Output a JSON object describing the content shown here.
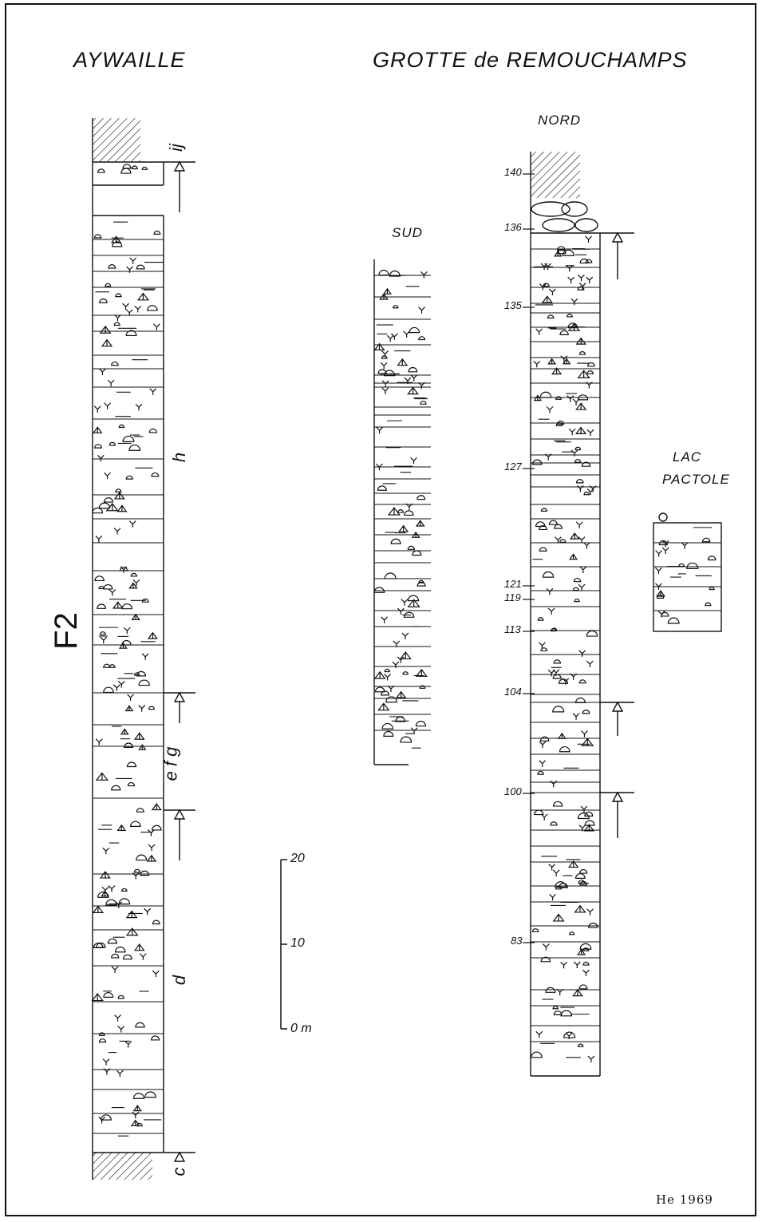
{
  "titles": {
    "left": "AYWAILLE",
    "right": "GROTTE de REMOUCHAMPS"
  },
  "sections": {
    "nord": "NORD",
    "sud": "SUD",
    "lac_line1": "LAC",
    "lac_line2": "PACTOLE"
  },
  "aywaille_units": {
    "ij": "ij",
    "h": "h",
    "efg": "e f g",
    "d": "d",
    "c": "c",
    "formation": "F2"
  },
  "nord_depths": [
    "140",
    "136",
    "135",
    "127",
    "121",
    "119",
    "113",
    "104",
    "100",
    "83"
  ],
  "scale_bar": {
    "top": "20",
    "mid": "10",
    "bottom": "0 m"
  },
  "signature": "He 1969"
}
